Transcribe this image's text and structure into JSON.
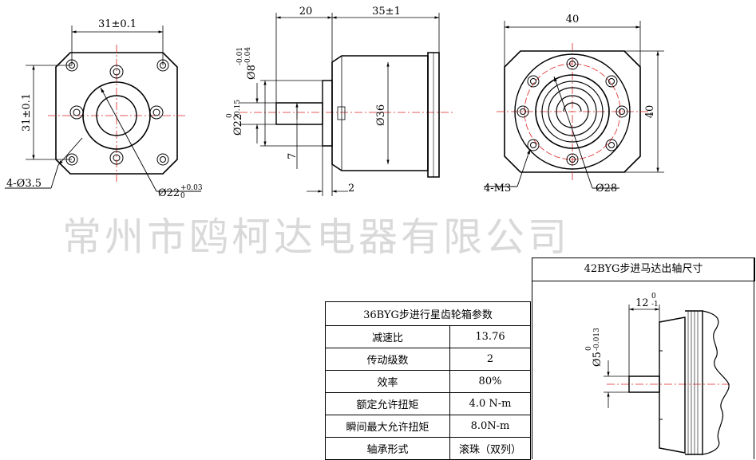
{
  "watermark": {
    "company": "常州市鸥柯达电器有限公司"
  },
  "front_view": {
    "dim_top": "31±0.1",
    "dim_left": "31±0.1",
    "hole_label": "4-Ø3.5",
    "bore_label": "Ø22",
    "bore_tol_upper": "+0.03",
    "bore_tol_lower": "0"
  },
  "side_view": {
    "dim_left": "20",
    "dim_right": "35±1",
    "shaft_dia": "Ø8",
    "shaft_tol_upper": "-0.01",
    "shaft_tol_lower": "-0.04",
    "boss_dia": "Ø22",
    "boss_tol_upper": "0",
    "boss_tol_lower": "-0.15",
    "body_dia": "Ø36",
    "flat_dim": "7",
    "boss_len": "2"
  },
  "rear_view": {
    "dim_top": "40",
    "dim_right": "40",
    "hole_label": "4-M3",
    "pcd_label": "Ø28"
  },
  "spec_table": {
    "title": "36BYG步进行星齿轮箱参数",
    "rows": [
      {
        "param": "减速比",
        "value": "13.76"
      },
      {
        "param": "传动级数",
        "value": "2"
      },
      {
        "param": "效率",
        "value": "80%"
      },
      {
        "param": "额定允许扭矩",
        "value": "4.0 N-m"
      },
      {
        "param": "瞬间最大允许扭矩",
        "value": "8.0N-m"
      },
      {
        "param": "轴承形式",
        "value": "滚珠（双列）"
      }
    ]
  },
  "motor_shaft_panel": {
    "title": "42BYG步进马达出轴尺寸",
    "dim_len": "12",
    "dim_len_tol_upper": "0",
    "dim_len_tol_lower": "-1",
    "dim_dia": "Ø5",
    "dim_dia_tol_upper": "0",
    "dim_dia_tol_lower": "-0.013"
  }
}
